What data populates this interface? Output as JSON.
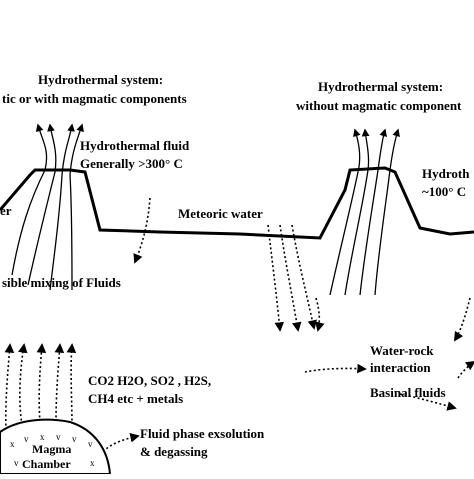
{
  "labels": {
    "left_system_title": "Hydrothermal system:",
    "left_system_subtitle": "tic or with magmatic components",
    "left_fluid": "Hydrothermal fluid",
    "left_fluid_temp": "Generally >300° C",
    "left_cut": "er",
    "meteoric": "Meteoric water",
    "mixing": "sible mixing of Fluids",
    "right_system_title": "Hydrothermal system:",
    "right_system_subtitle": "without magmatic component",
    "right_fluid": "Hydroth",
    "right_fluid_temp": "~100° C",
    "gases_line1": "CO2 H2O, SO2 , H2S,",
    "gases_line2": "CH4 etc + metals",
    "magma_line1": "Magma",
    "magma_line2": "Chamber",
    "exsolution_line1": "Fluid phase exsolution",
    "exsolution_line2": "& degassing",
    "water_rock_line1": "Water-rock",
    "water_rock_line2": "interaction",
    "basinal": "Basinal fluids"
  }
}
